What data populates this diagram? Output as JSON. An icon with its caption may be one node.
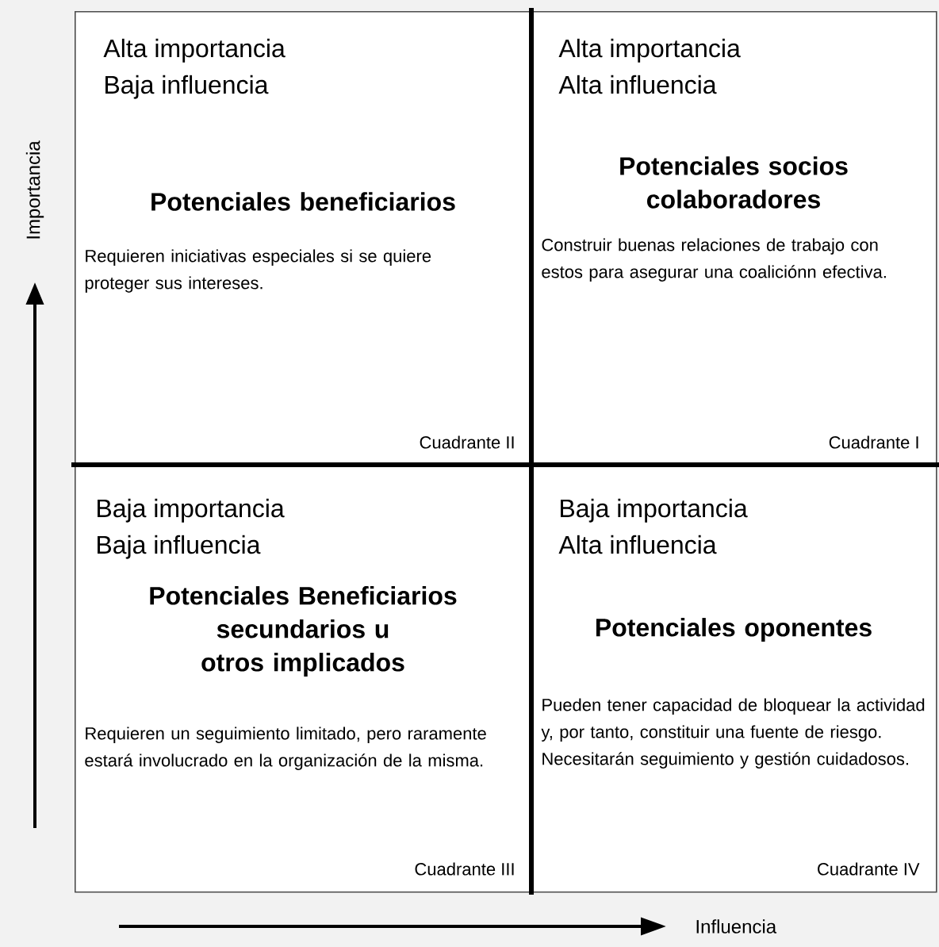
{
  "diagram": {
    "nodes": [
      {
        "text": [
          "Alta importancia",
          "Baja influencia",
          "Potenciales beneficiarios",
          "Requieren iniciativas especiales si se quiere proteger sus intereses.",
          "Cuadrante II"
        ]
      },
      {
        "text": [
          "Alta importancia",
          "Alta influencia",
          "Potenciales socios colaboradores",
          "Construir buenas relaciones de trabajo con estos para asegurar una coaliciónn efectiva.",
          "Cuadrante I"
        ]
      },
      {
        "text": [
          "Baja importancia",
          "Baja influencia",
          "Potenciales Beneficiarios secundarios u otros implicados",
          "Requieren un seguimiento  limitado, pero raramente estará involucrado en la organización de la misma.",
          "Cuadrante III"
        ]
      },
      {
        "text": [
          "Baja importancia",
          "Alta influencia",
          "Potenciales oponentes",
          "Pueden tener capacidad de bloquear la actividad y, por tanto, constituir una fuente de riesgo. Necesitarán seguimiento y gestión cuidadosos.",
          "Cuadrante IV"
        ]
      }
    ],
    "labels": [
      "Importancia",
      "Influencia"
    ]
  }
}
